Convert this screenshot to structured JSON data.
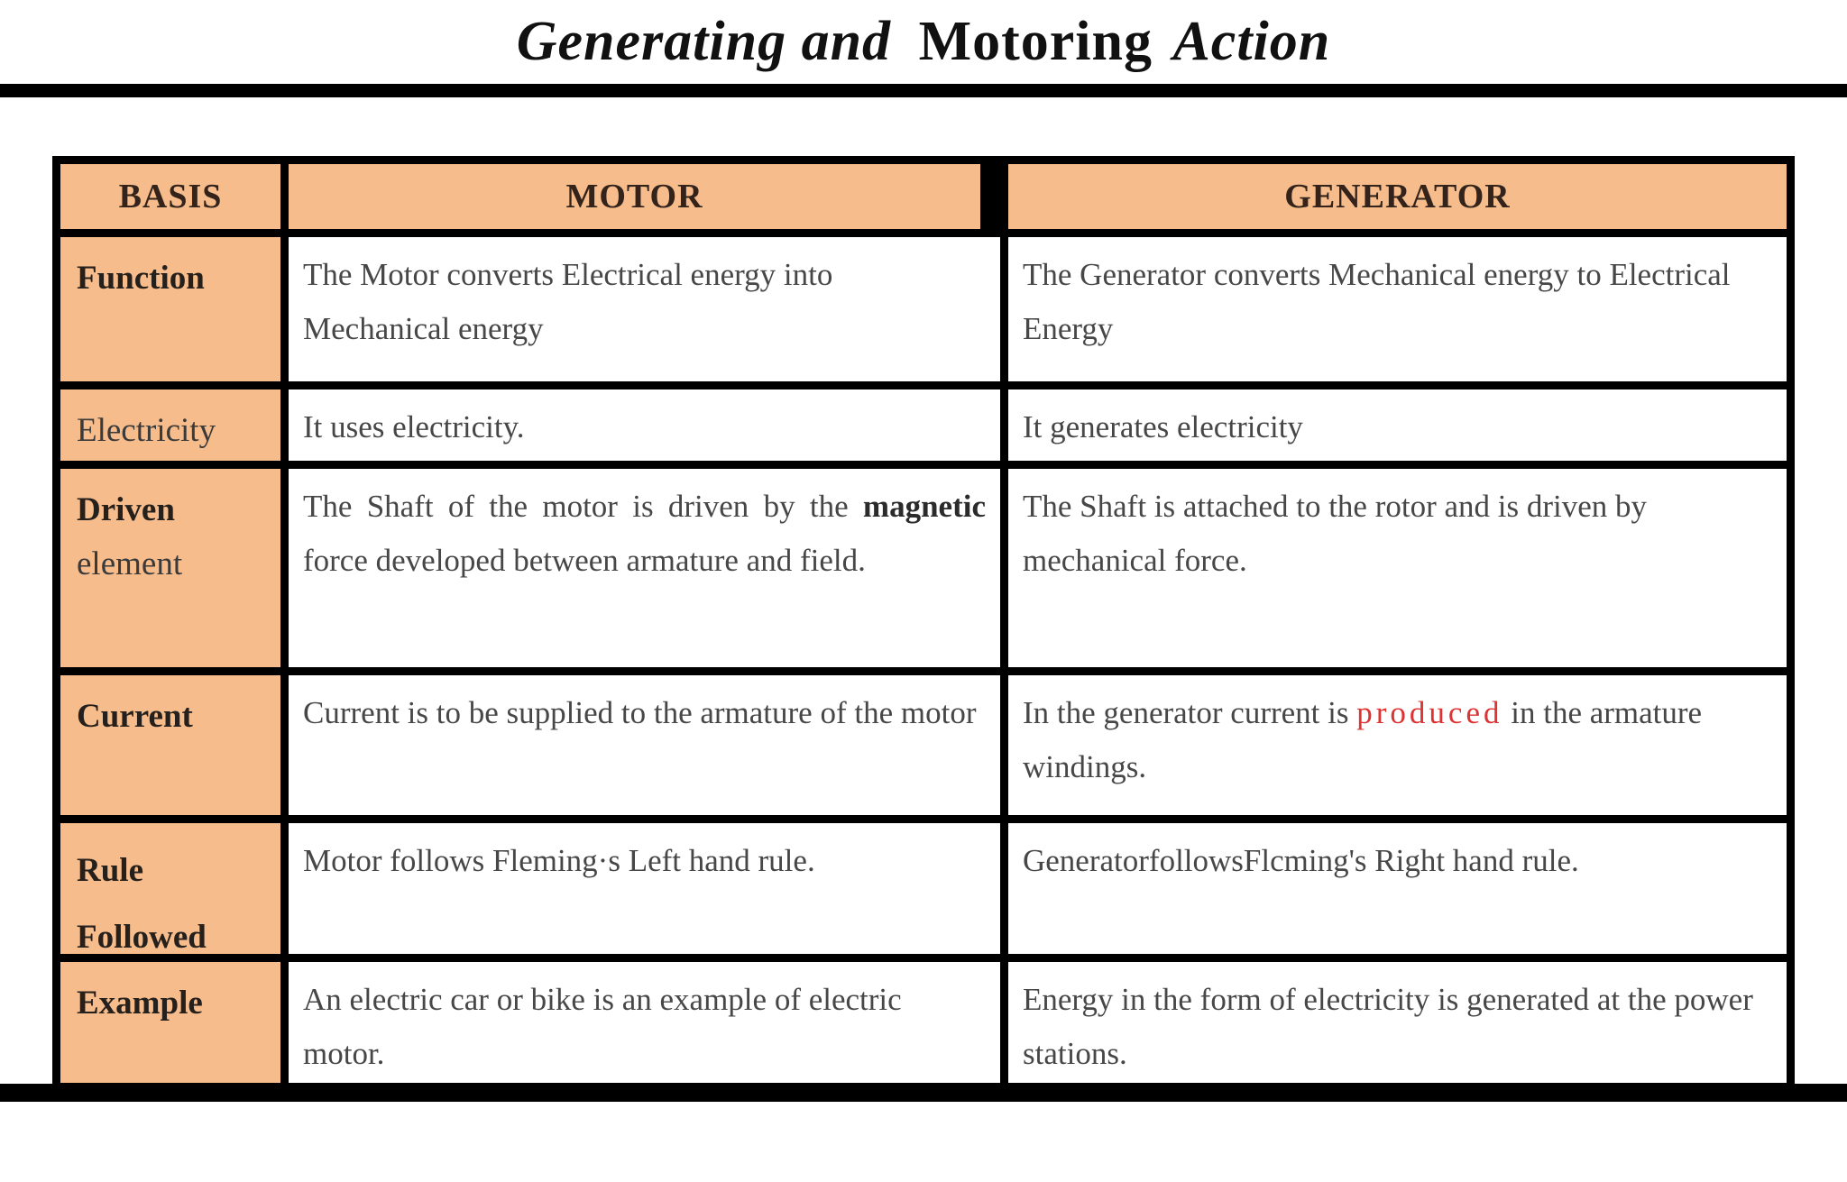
{
  "title": {
    "part1": "Generating and",
    "part2": "Motoring",
    "part3": "Action"
  },
  "colors": {
    "header_fill": "#f6bc8c",
    "gridline": "#000000",
    "body_text": "#474747",
    "accent_red": "#dd3333"
  },
  "table": {
    "headers": {
      "basis": "BASIS",
      "motor": "MOTOR",
      "generator": "GENERATOR"
    },
    "rows": [
      {
        "label1": "Function",
        "motor": {
          "pre": "The Motor converts Electrical energy into Mechanical energy"
        },
        "generator": {
          "pre": "The Generator converts Mechanical energy to Electrical Energy"
        }
      },
      {
        "label1": "Electricity",
        "motor": {
          "pre": "It uses electricity."
        },
        "generator": {
          "pre": "It generates electricity"
        }
      },
      {
        "label1": "Driven",
        "label2": "element",
        "motor": {
          "pre": "The Shaft of the motor is driven by the ",
          "emph": "magnetic",
          "post": " force developed between armature and field."
        },
        "generator": {
          "pre": "The Shaft is attached to the rotor and is driven by mechanical force."
        }
      },
      {
        "label1": "Current",
        "motor": {
          "pre": "Current is to be supplied to the armature of the motor"
        },
        "generator": {
          "pre": "In the generator current is ",
          "emph": "produced",
          "post": " in the armature windings."
        }
      },
      {
        "label1": "Rule",
        "label2": "Followed",
        "motor": {
          "pre": "Motor follows Fleming·s Left hand rule."
        },
        "generator": {
          "pre": "GeneratorfollowsFlcming's Right hand rule."
        }
      },
      {
        "label1": "Example",
        "motor": {
          "pre": "An electric car or bike is an example of electric motor."
        },
        "generator": {
          "pre": "Energy in the form of electricity is generated at the power stations."
        }
      }
    ]
  }
}
